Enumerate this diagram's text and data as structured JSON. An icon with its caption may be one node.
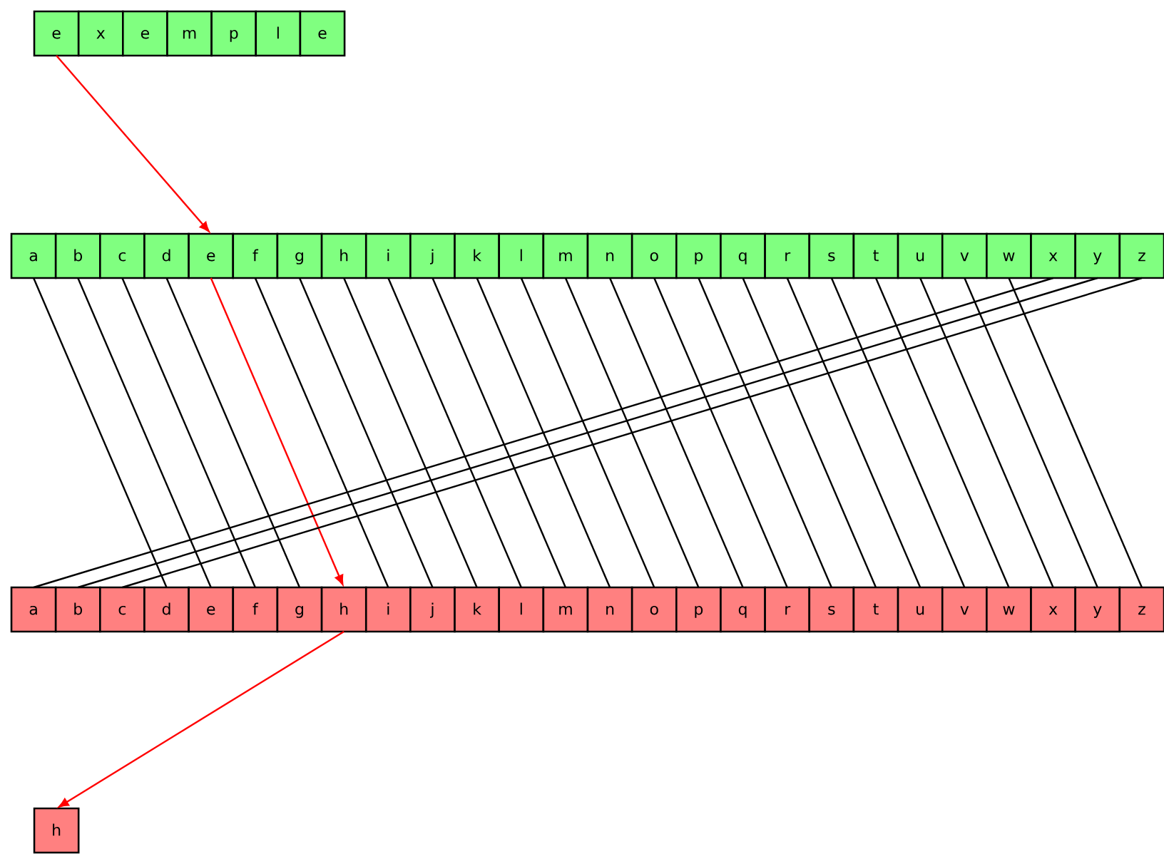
{
  "diagram": {
    "nodes": [
      {
        "text": [
          "e"
        ]
      },
      {
        "text": [
          "x"
        ]
      },
      {
        "text": [
          "e"
        ]
      },
      {
        "text": [
          "m"
        ]
      },
      {
        "text": [
          "p"
        ]
      },
      {
        "text": [
          "l"
        ]
      },
      {
        "text": [
          "e"
        ]
      },
      {
        "text": [
          "a"
        ]
      },
      {
        "text": [
          "b"
        ]
      },
      {
        "text": [
          "c"
        ]
      },
      {
        "text": [
          "d"
        ]
      },
      {
        "text": [
          "e"
        ]
      },
      {
        "text": [
          "f"
        ]
      },
      {
        "text": [
          "g"
        ]
      },
      {
        "text": [
          "h"
        ]
      },
      {
        "text": [
          "i"
        ]
      },
      {
        "text": [
          "j"
        ]
      },
      {
        "text": [
          "k"
        ]
      },
      {
        "text": [
          "l"
        ]
      },
      {
        "text": [
          "m"
        ]
      },
      {
        "text": [
          "n"
        ]
      },
      {
        "text": [
          "o"
        ]
      },
      {
        "text": [
          "p"
        ]
      },
      {
        "text": [
          "q"
        ]
      },
      {
        "text": [
          "r"
        ]
      },
      {
        "text": [
          "s"
        ]
      },
      {
        "text": [
          "t"
        ]
      },
      {
        "text": [
          "u"
        ]
      },
      {
        "text": [
          "v"
        ]
      },
      {
        "text": [
          "w"
        ]
      },
      {
        "text": [
          "x"
        ]
      },
      {
        "text": [
          "y"
        ]
      },
      {
        "text": [
          "z"
        ]
      },
      {
        "text": [
          "a"
        ]
      },
      {
        "text": [
          "b"
        ]
      },
      {
        "text": [
          "c"
        ]
      },
      {
        "text": [
          "d"
        ]
      },
      {
        "text": [
          "e"
        ]
      },
      {
        "text": [
          "f"
        ]
      },
      {
        "text": [
          "g"
        ]
      },
      {
        "text": [
          "h"
        ]
      },
      {
        "text": [
          "i"
        ]
      },
      {
        "text": [
          "j"
        ]
      },
      {
        "text": [
          "k"
        ]
      },
      {
        "text": [
          "l"
        ]
      },
      {
        "text": [
          "m"
        ]
      },
      {
        "text": [
          "n"
        ]
      },
      {
        "text": [
          "o"
        ]
      },
      {
        "text": [
          "p"
        ]
      },
      {
        "text": [
          "q"
        ]
      },
      {
        "text": [
          "r"
        ]
      },
      {
        "text": [
          "s"
        ]
      },
      {
        "text": [
          "t"
        ]
      },
      {
        "text": [
          "u"
        ]
      },
      {
        "text": [
          "v"
        ]
      },
      {
        "text": [
          "w"
        ]
      },
      {
        "text": [
          "x"
        ]
      },
      {
        "text": [
          "y"
        ]
      },
      {
        "text": [
          "z"
        ]
      },
      {
        "text": [
          "h"
        ]
      }
    ],
    "edges": [
      {
        "from": 0,
        "to": 11,
        "arrow": "to",
        "color": "#ff0000"
      },
      {
        "from": 7,
        "to": 36,
        "arrow": "none"
      },
      {
        "from": 8,
        "to": 37,
        "arrow": "none"
      },
      {
        "from": 9,
        "to": 38,
        "arrow": "none"
      },
      {
        "from": 10,
        "to": 39,
        "arrow": "none"
      },
      {
        "from": 11,
        "to": 40,
        "arrow": "to",
        "color": "#ff0000"
      },
      {
        "from": 12,
        "to": 41,
        "arrow": "none"
      },
      {
        "from": 13,
        "to": 42,
        "arrow": "none"
      },
      {
        "from": 14,
        "to": 43,
        "arrow": "none"
      },
      {
        "from": 15,
        "to": 44,
        "arrow": "none"
      },
      {
        "from": 16,
        "to": 45,
        "arrow": "none"
      },
      {
        "from": 17,
        "to": 46,
        "arrow": "none"
      },
      {
        "from": 18,
        "to": 47,
        "arrow": "none"
      },
      {
        "from": 19,
        "to": 48,
        "arrow": "none"
      },
      {
        "from": 20,
        "to": 49,
        "arrow": "none"
      },
      {
        "from": 21,
        "to": 50,
        "arrow": "none"
      },
      {
        "from": 22,
        "to": 51,
        "arrow": "none"
      },
      {
        "from": 23,
        "to": 52,
        "arrow": "none"
      },
      {
        "from": 24,
        "to": 53,
        "arrow": "none"
      },
      {
        "from": 25,
        "to": 54,
        "arrow": "none"
      },
      {
        "from": 26,
        "to": 55,
        "arrow": "none"
      },
      {
        "from": 27,
        "to": 56,
        "arrow": "none"
      },
      {
        "from": 28,
        "to": 57,
        "arrow": "none"
      },
      {
        "from": 29,
        "to": 58,
        "arrow": "none"
      },
      {
        "from": 30,
        "to": 33,
        "arrow": "none"
      },
      {
        "from": 31,
        "to": 34,
        "arrow": "none"
      },
      {
        "from": 32,
        "to": 35,
        "arrow": "none"
      },
      {
        "from": 40,
        "to": 59,
        "arrow": "to",
        "color": "#ff0000"
      }
    ]
  }
}
